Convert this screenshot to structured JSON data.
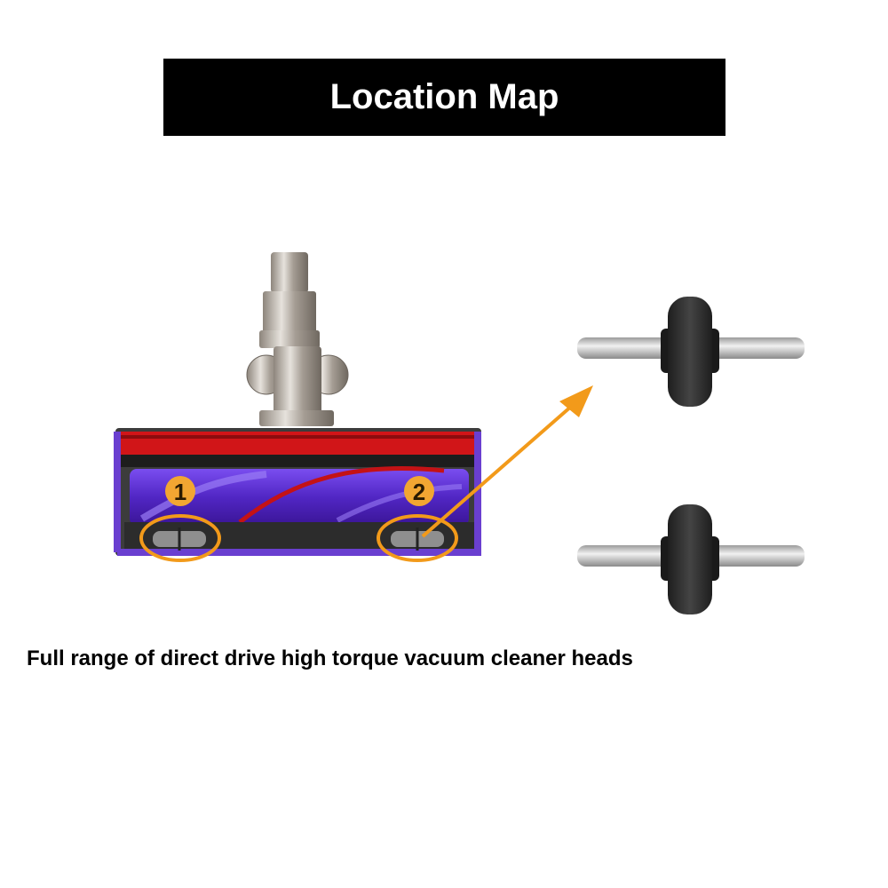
{
  "header": {
    "title": "Location Map"
  },
  "diagram": {
    "product": "vacuum-cleaner-head",
    "callouts": [
      {
        "label": "1",
        "position": "left-wheel-slot"
      },
      {
        "label": "2",
        "position": "right-wheel-slot"
      }
    ],
    "parts": [
      {
        "name": "wheel-with-axle-top"
      },
      {
        "name": "wheel-with-axle-bottom"
      }
    ],
    "colors": {
      "accent": "#f29a1a",
      "brush_bar": "#5a2bc8",
      "bristle_red": "#e0181c",
      "wheel": "#2b2b2b",
      "axle": "#c8c8c8"
    }
  },
  "footer": {
    "caption": "Full range of direct drive high torque vacuum cleaner heads"
  }
}
